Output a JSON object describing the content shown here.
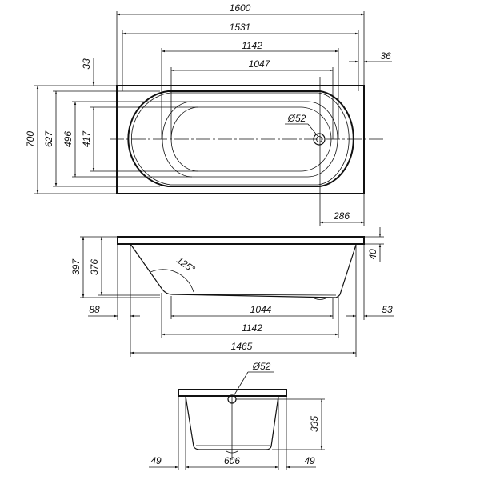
{
  "top_view": {
    "overall_length": "1600",
    "rim_length": "1531",
    "outer_basin_length": "1142",
    "inner_basin_length": "1047",
    "right_offset": "36",
    "top_offset": "33",
    "overall_width": "700",
    "rim_width": "627",
    "outer_basin_width": "496",
    "inner_basin_width": "417",
    "drain_diameter": "Ø52",
    "drain_offset": "286"
  },
  "side_view": {
    "total_height": "397",
    "basin_depth": "376",
    "rim_thickness": "40",
    "backrest_angle": "125°",
    "left_offset": "88",
    "right_offset": "53",
    "floor_length": "1044",
    "basin_length": "1142",
    "body_length": "1465"
  },
  "end_view": {
    "drain_diameter": "Ø52",
    "drain_height": "335",
    "left_offset": "49",
    "body_width": "606",
    "right_offset": "49"
  }
}
